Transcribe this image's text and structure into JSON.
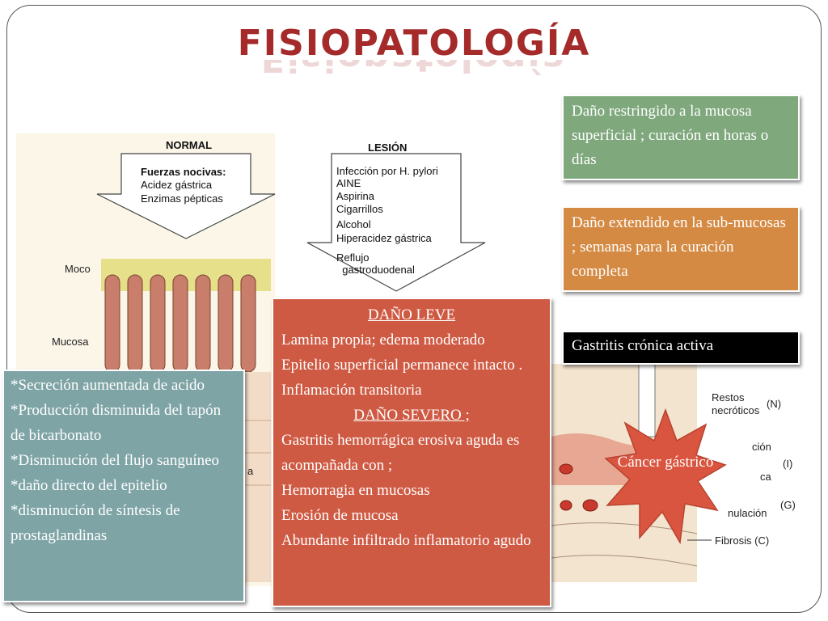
{
  "title": "Fisiopatología",
  "illustration": {
    "normal": {
      "header": "NORMAL",
      "lines": [
        "Fuerzas nocivas:",
        "Acidez gástrica",
        "Enzimas pépticas"
      ]
    },
    "lesion": {
      "header": "LESIÓN",
      "lines": [
        "Infección por H. pylori",
        "AINE",
        "Aspirina",
        "Cigarrillos",
        "Alcohol",
        "Hiperacidez gástrica",
        "Reflujo",
        "  gastroduodenal"
      ]
    },
    "layers": {
      "moco": "Moco",
      "mucosa": "Mucosa"
    },
    "right_labels": [
      "Restos",
      "necróticos",
      "(N)",
      "ción",
      "(I)",
      "ca",
      "nulación",
      "(G)",
      "Fibrosis (C)"
    ],
    "small_a": "a"
  },
  "boxes": {
    "green": "Daño restringido a la mucosa superficial ; curación en horas o días",
    "orange": "Daño extendido en la sub-mucosas ; semanas para la curación completa",
    "black": "Gastritis crónica activa",
    "red": {
      "heading1": "DAÑO LEVE",
      "lines1": [
        "Lamina propia; edema moderado",
        "Epitelio superficial permanece intacto .",
        "Inflamación transitoria"
      ],
      "heading2": "DAÑO SEVERO ;",
      "lines2": [
        "Gastritis hemorrágica erosiva aguda es acompañada con ;",
        "Hemorragia en mucosas",
        "Erosión de mucosa",
        "Abundante infiltrado inflamatorio agudo"
      ]
    },
    "teal": [
      "*Secreción aumentada de acido",
      "*Producción disminuida del tapón de bicarbonato",
      "*Disminución del flujo sanguíneo",
      "*daño directo del epitelio",
      "*disminución de síntesis de prostaglandinas"
    ],
    "star": "Cáncer gástrico"
  },
  "colors": {
    "title": "#a52a2a",
    "green": "#7fa87d",
    "orange": "#d58a44",
    "red": "#cf5a43",
    "teal": "#7fa4a6",
    "star": "#d9553f"
  }
}
